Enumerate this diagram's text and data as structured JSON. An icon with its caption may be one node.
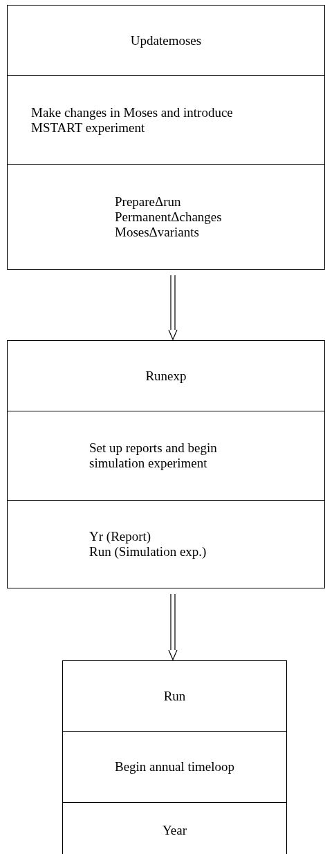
{
  "diagram": {
    "nodes": [
      {
        "text": [
          "Updatemoses"
        ]
      },
      {
        "text": [
          "Make changes in Moses and introduce MSTART experiment"
        ]
      },
      {
        "text": [
          "PrepareΔrun",
          "PermanentΔchanges",
          "MosesΔvariants"
        ]
      },
      {
        "text": [
          "Runexp"
        ]
      },
      {
        "text": [
          "Set up reports and begin simulation experiment"
        ]
      },
      {
        "text": [
          "Yr (Report)",
          "Run (Simulation exp.)"
        ]
      },
      {
        "text": [
          "Run"
        ]
      },
      {
        "text": [
          "Begin annual timeloop"
        ]
      },
      {
        "text": [
          "Year"
        ]
      }
    ],
    "edges": [
      {
        "from": 2,
        "to": 3,
        "arrow": "to"
      },
      {
        "from": 5,
        "to": 6,
        "arrow": "to"
      }
    ]
  }
}
